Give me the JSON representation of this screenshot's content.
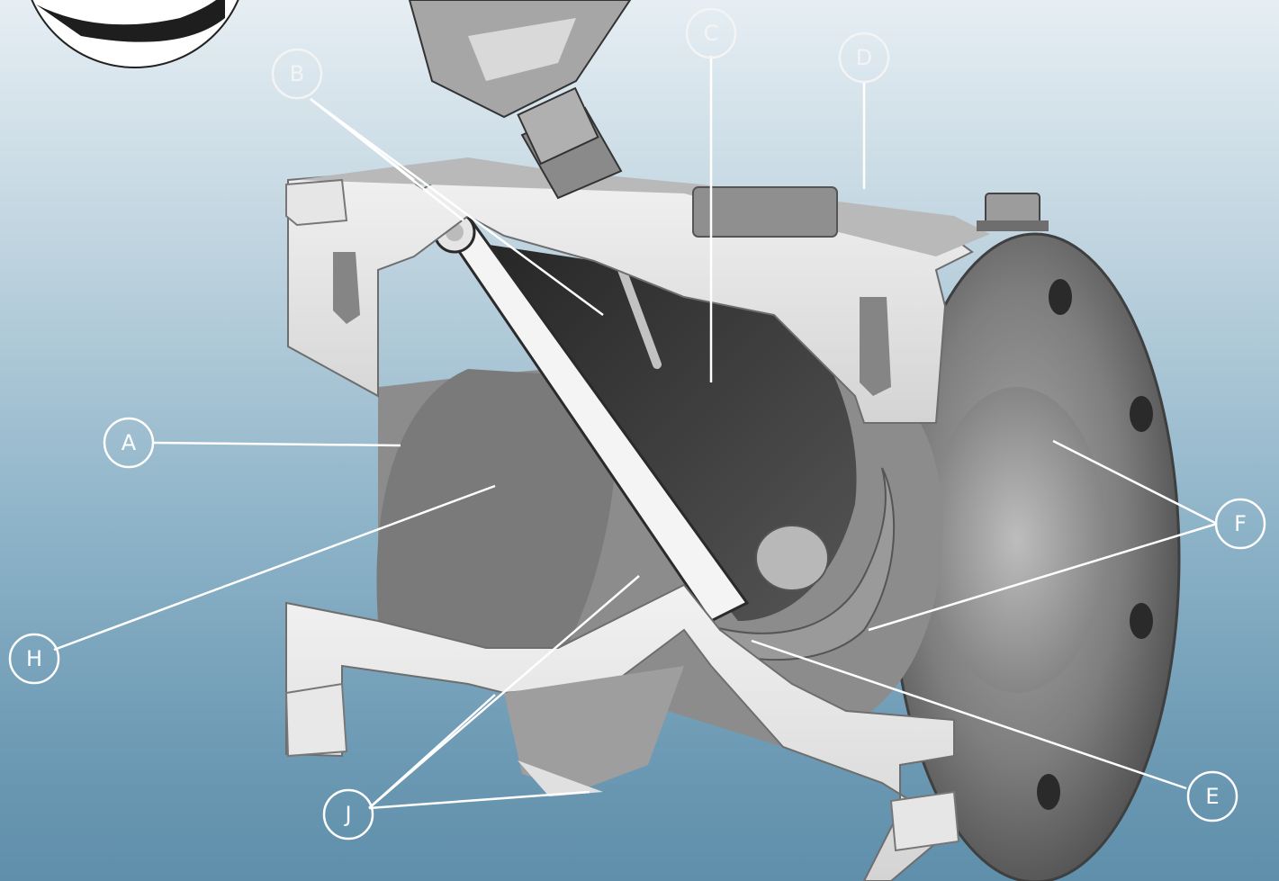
{
  "callouts": {
    "a": "A",
    "b": "B",
    "c": "C",
    "d": "D",
    "e": "E",
    "f": "F",
    "h": "H",
    "j": "J"
  }
}
